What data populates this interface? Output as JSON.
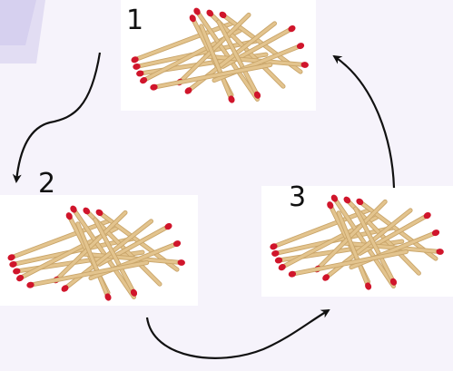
{
  "diagram": {
    "colors": {
      "background": "#f6f3fb",
      "left_stripe": "#d9d4f0",
      "matchstick": "#e3c48e",
      "matchstick_edge": "#c9a56a",
      "match_head": "#d0152b",
      "arrow": "#111111"
    },
    "steps": [
      {
        "label": "1"
      },
      {
        "label": "2"
      },
      {
        "label": "3"
      }
    ],
    "arrows": [
      {
        "from": "1",
        "to": "2"
      },
      {
        "from": "2",
        "to": "3"
      },
      {
        "from": "3",
        "to": "1"
      }
    ],
    "icons": [
      "matchstick-pile-icon",
      "curved-arrow-icon"
    ]
  }
}
